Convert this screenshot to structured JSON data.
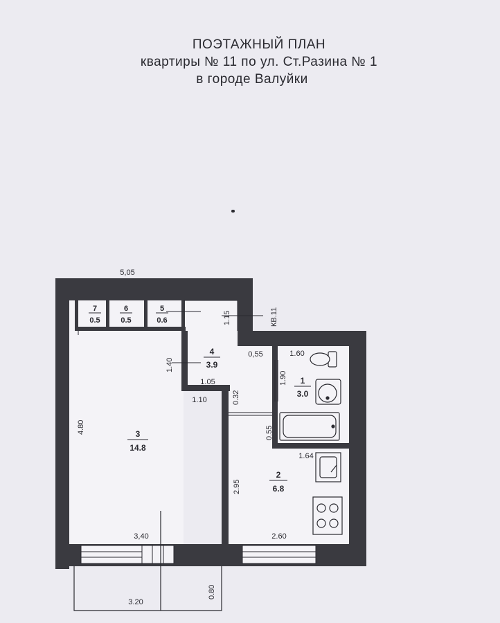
{
  "title": {
    "line1": "ПОЭТАЖНЫЙ  ПЛАН",
    "line2": "квартиры № 11 по ул. Ст.Разина № 1",
    "line3": "в городе Валуйки"
  },
  "apartment_label": "КВ.11",
  "rooms": [
    {
      "number": "1",
      "area": "3.0"
    },
    {
      "number": "2",
      "area": "6.8"
    },
    {
      "number": "3",
      "area": "14.8"
    },
    {
      "number": "4",
      "area": "3.9"
    },
    {
      "number": "5",
      "area": "0.6"
    },
    {
      "number": "6",
      "area": "0.5"
    },
    {
      "number": "7",
      "area": "0.5"
    }
  ],
  "dimensions": {
    "top_width": "5,05",
    "corridor_vertical": "1.15",
    "corridor_top": "0,55",
    "bath_width": "1.60",
    "bath_height": "1.90",
    "hall_height": "1.40",
    "hall_width": "1.05",
    "hall_bottom": "1.10",
    "kitchen_gap": "0.32",
    "bath_gap": "0.55",
    "kitchen_sink": "1.64",
    "kitchen_height": "2.95",
    "room_height": "4.80",
    "room_width": "3,40",
    "kitchen_width": "2.60",
    "balcony_width": "3.20",
    "balcony_depth": "0.80"
  }
}
